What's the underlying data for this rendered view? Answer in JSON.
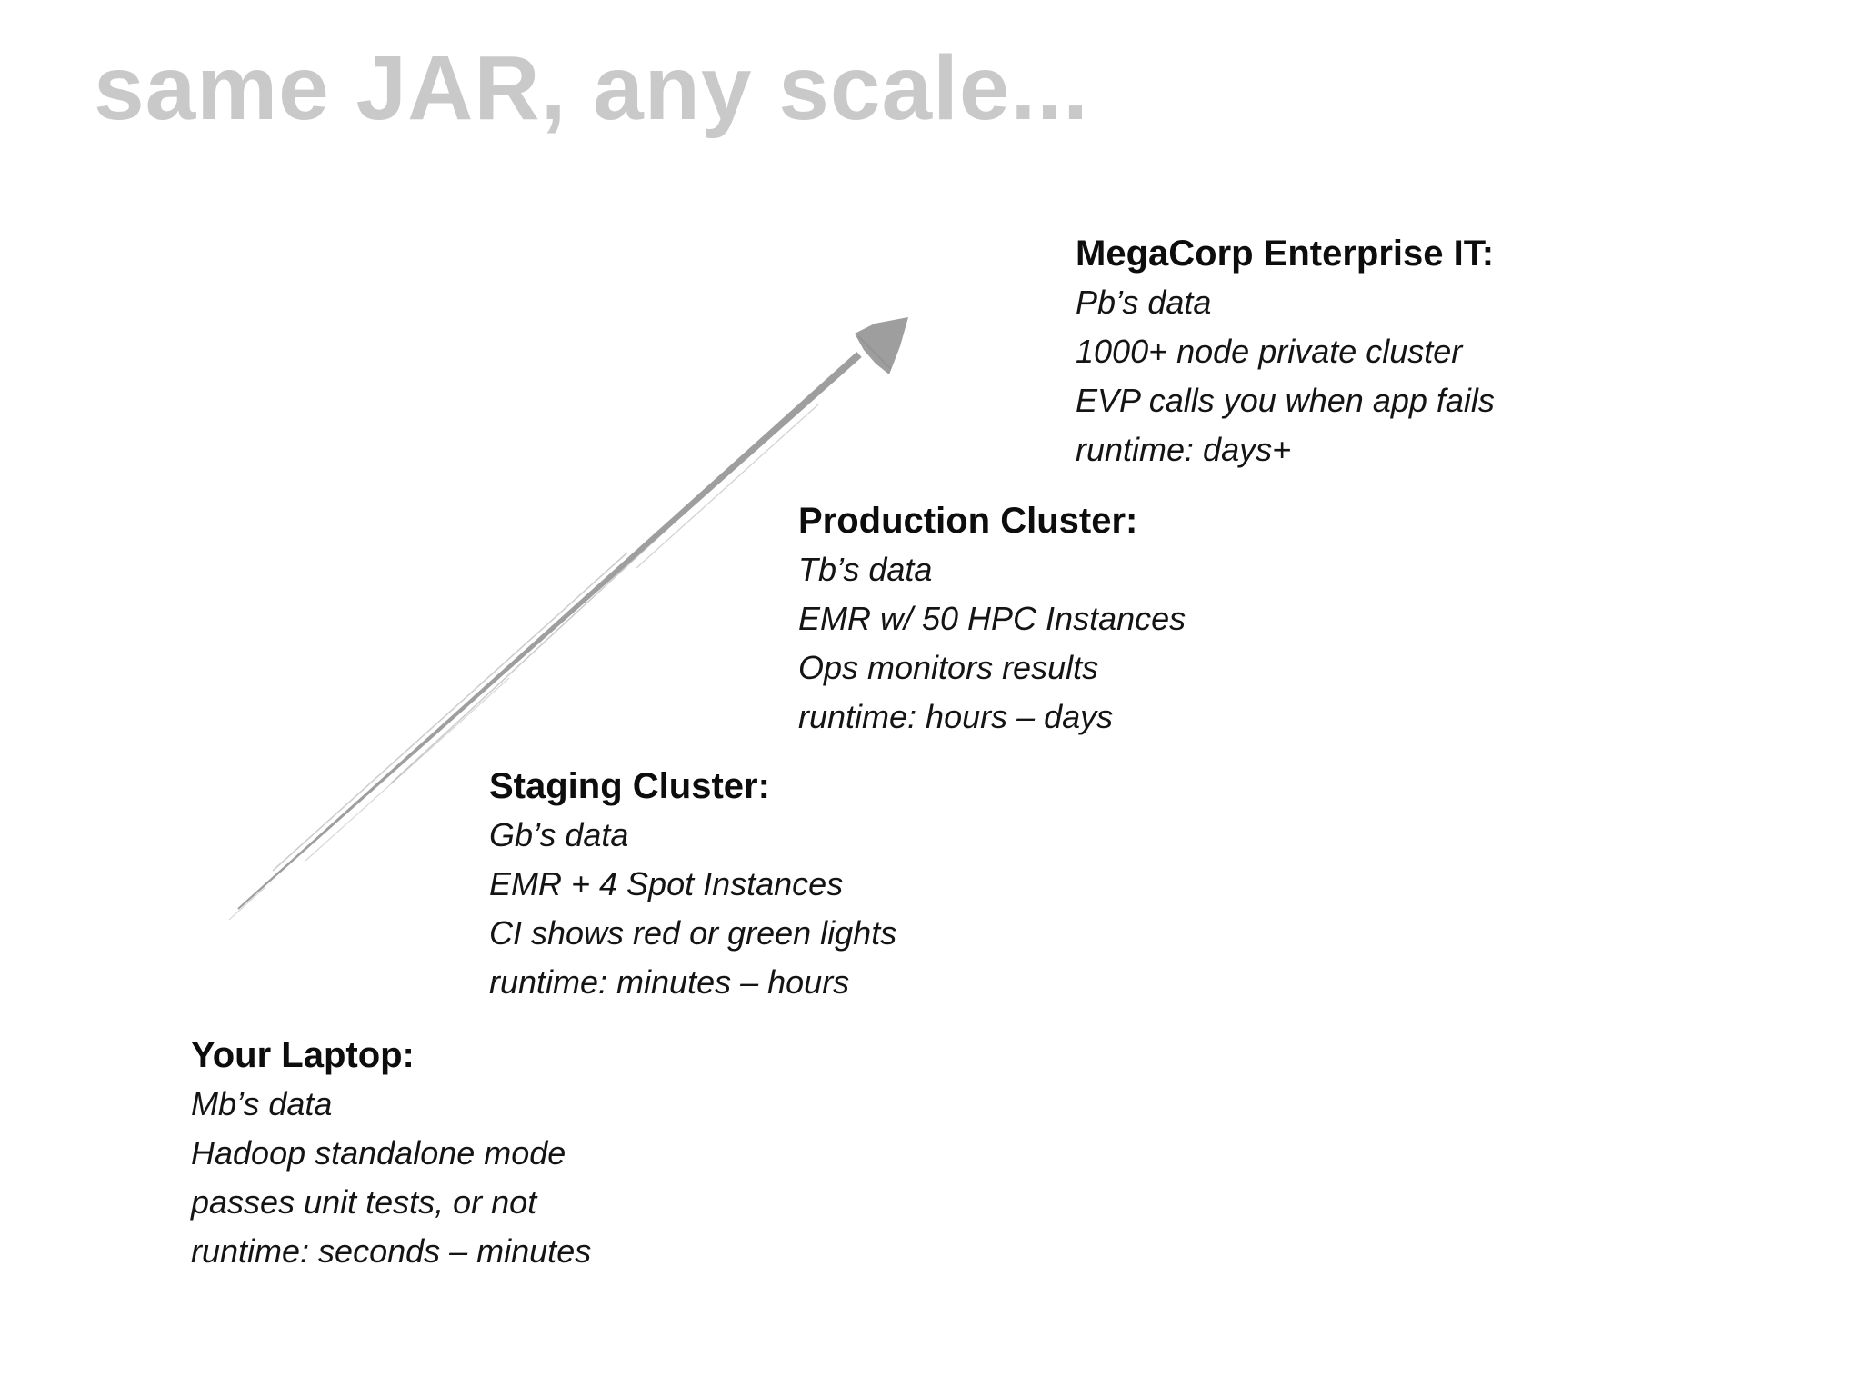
{
  "slide": {
    "title": "same JAR, any scale...",
    "colors": {
      "background": "#ffffff",
      "title": "#c9c9c9",
      "text": "#111111",
      "arrow": "#9e9e9e"
    }
  },
  "arrow": {
    "name": "scale-arrow",
    "direction": "up-right",
    "from_block": "Your Laptop",
    "to_block": "MegaCorp Enterprise IT"
  },
  "blocks": [
    {
      "id": "your-laptop",
      "heading": "Your Laptop:",
      "lines": [
        "Mb’s data",
        "Hadoop standalone mode",
        "passes unit tests, or not",
        "runtime: seconds – minutes"
      ]
    },
    {
      "id": "staging-cluster",
      "heading": "Staging Cluster:",
      "lines": [
        "Gb’s data",
        "EMR + 4 Spot Instances",
        "CI shows red or green lights",
        "runtime: minutes – hours"
      ]
    },
    {
      "id": "production-cluster",
      "heading": "Production Cluster:",
      "lines": [
        "Tb’s data",
        "EMR w/ 50 HPC Instances",
        "Ops monitors results",
        "runtime: hours – days"
      ]
    },
    {
      "id": "megacorp-enterprise-it",
      "heading": "MegaCorp Enterprise IT:",
      "lines": [
        "Pb’s data",
        "1000+ node private cluster",
        "EVP calls you when app fails",
        "runtime: days+"
      ]
    }
  ]
}
